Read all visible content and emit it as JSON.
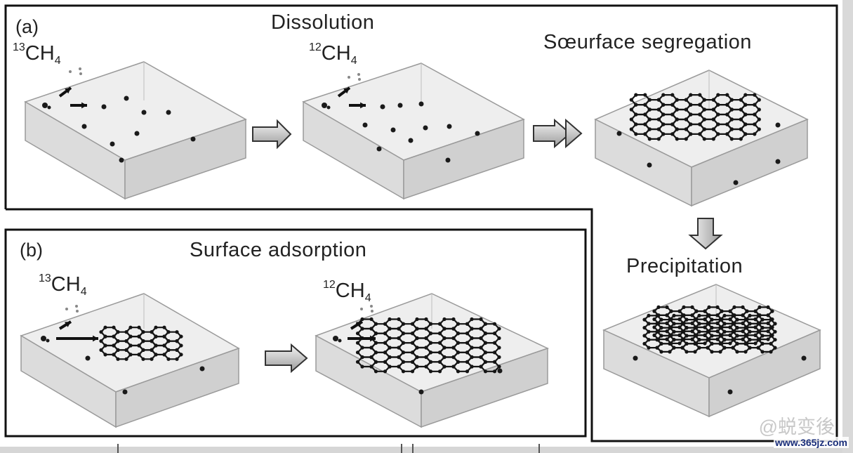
{
  "panel_a": {
    "tag": "(a)",
    "steps": {
      "dissolution": "Dissolution",
      "segregation": "Sœurface segregation",
      "precipitation": "Precipitation"
    },
    "molecules": [
      {
        "isotope": "13",
        "formula": "CH",
        "sub": "4"
      },
      {
        "isotope": "12",
        "formula": "CH",
        "sub": "4"
      }
    ]
  },
  "panel_b": {
    "tag": "(b)",
    "title": "Surface adsorption",
    "molecules": [
      {
        "isotope": "13",
        "formula": "CH",
        "sub": "4"
      },
      {
        "isotope": "12",
        "formula": "CH",
        "sub": "4"
      }
    ]
  },
  "watermark": {
    "text": "@蜕变後",
    "url": "www.365jz.com"
  }
}
